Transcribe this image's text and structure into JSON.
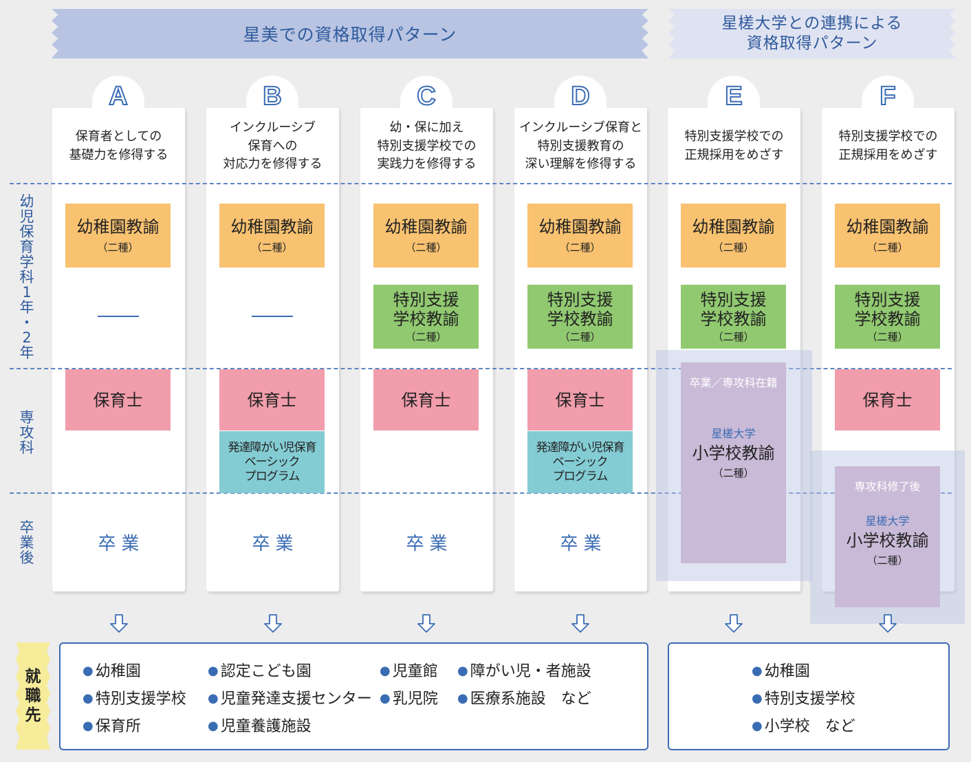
{
  "banners": {
    "main": "星美での資格取得パターン",
    "sub_line1": "星槎大学との連携による",
    "sub_line2": "資格取得パターン"
  },
  "row_labels": {
    "year12": [
      "幼",
      "児",
      "保",
      "育",
      "学",
      "科",
      "1",
      "年",
      "・",
      "2",
      "年"
    ],
    "senkou": [
      "専",
      "攻",
      "科"
    ],
    "after": [
      "卒",
      "業",
      "後"
    ]
  },
  "columns": [
    {
      "letter": "A",
      "desc": [
        "保育者としての",
        "基礎力を修得する"
      ]
    },
    {
      "letter": "B",
      "desc": [
        "インクルーシブ",
        "保育への",
        "対応力を修得する"
      ]
    },
    {
      "letter": "C",
      "desc": [
        "幼・保に加え",
        "特別支援学校での",
        "実践力を修得する"
      ]
    },
    {
      "letter": "D",
      "desc": [
        "インクルーシブ保育と",
        "特別支援教育の",
        "深い理解を修得する"
      ]
    },
    {
      "letter": "E",
      "desc": [
        "特別支援学校での",
        "正規採用をめざす"
      ]
    },
    {
      "letter": "F",
      "desc": [
        "特別支援学校での",
        "正規採用をめざす"
      ]
    }
  ],
  "licenses": {
    "kindergarten": "幼稚園教諭",
    "second_class": "（二種）",
    "special_line1": "特別支援",
    "special_line2": "学校教諭",
    "hoikushi": "保育士",
    "program": [
      "発達障がい児保育",
      "ベーシック",
      "プログラム"
    ],
    "graduation": "卒業",
    "e_caption": "卒業／専攻科在籍",
    "f_caption": "専攻科修了後",
    "university": "星槎大学",
    "elementary": "小学校教諭"
  },
  "jobs": {
    "label": [
      "就",
      "職",
      "先"
    ],
    "left": [
      "幼稚園",
      "認定こども園",
      "児童館",
      "障がい児・者施設",
      "特別支援学校",
      "児童発達支援センター",
      "乳児院",
      "医療系施設　など",
      "保育所",
      "児童養護施設"
    ],
    "right": [
      "幼稚園",
      "特別支援学校",
      "小学校　など"
    ]
  },
  "colors": {
    "accent": "#3a6cb3",
    "orange": "#f8c271",
    "green": "#91c970",
    "pink": "#f19dab",
    "teal": "#84ccd4",
    "purple": "#c9bad7"
  }
}
